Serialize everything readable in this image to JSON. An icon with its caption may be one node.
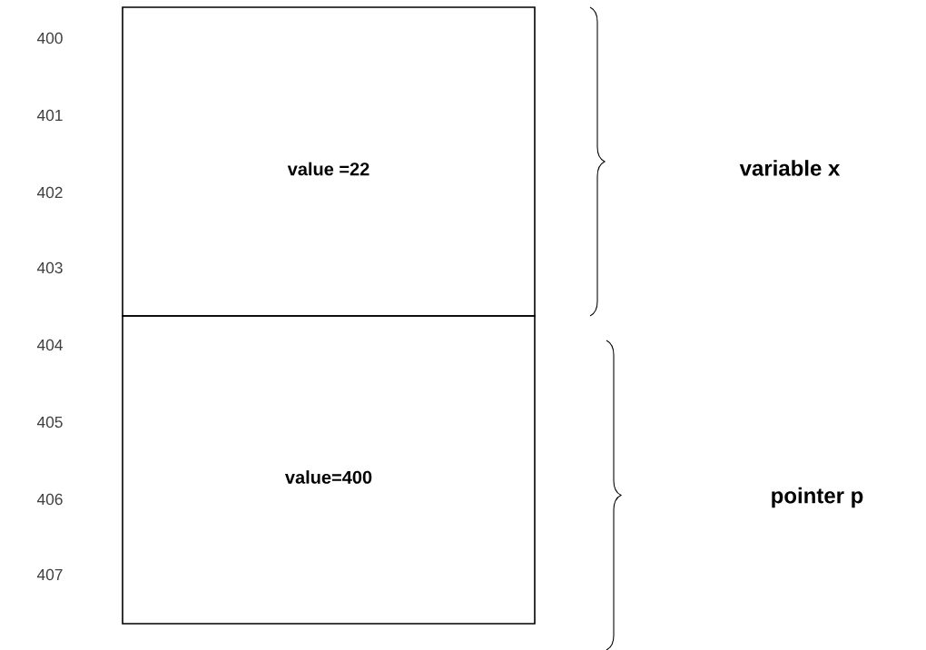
{
  "diagram": {
    "nodes": [
      {
        "text": [
          "value =22"
        ]
      },
      {
        "text": [
          "value=400"
        ]
      }
    ],
    "labels": [
      "400",
      "401",
      "variable x",
      "402",
      "403",
      "404",
      "405",
      "pointer p",
      "406",
      "407"
    ]
  }
}
